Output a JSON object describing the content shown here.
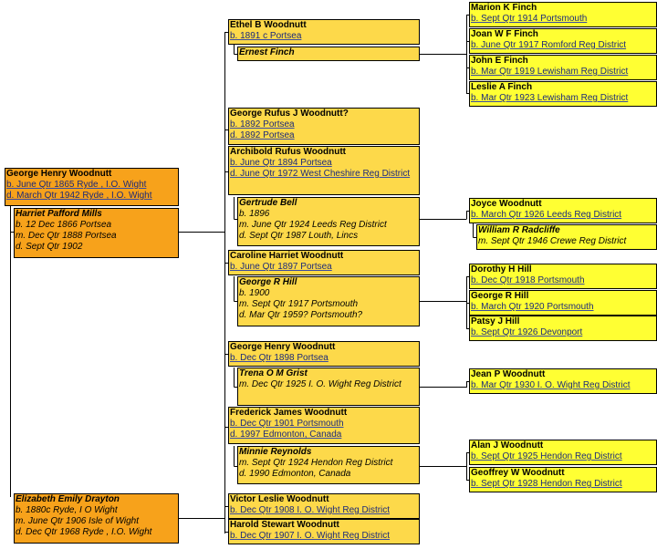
{
  "root": {
    "name": "George Henry Woodnutt",
    "details": [
      "b. June Qtr 1865 Ryde , I.O. Wight",
      "d. March Qtr 1942 Ryde , I.O. Wight"
    ]
  },
  "root_spouse_1": {
    "name": "Harriet Pafford Mills",
    "details": [
      "b. 12 Dec 1866 Portsea",
      "m. Dec  Qtr 1888 Portsea",
      "d. Sept Qtr 1902"
    ]
  },
  "root_spouse_2": {
    "name": "Elizabeth Emily Drayton",
    "details": [
      "b. 1880c Ryde, I O Wight",
      "m. June Qtr 1906 Isle of Wight",
      "d. Dec Qtr 1968 Ryde , I.O. Wight"
    ]
  },
  "children": [
    {
      "name": "Ethel B Woodnutt",
      "details": [
        "b. 1891 c Portsea"
      ]
    },
    {
      "name": "George Rufus J Woodnutt?",
      "details": [
        "b. 1892 Portsea",
        "d. 1892 Portsea"
      ]
    },
    {
      "name": "Archibold Rufus Woodnutt",
      "details": [
        "b. June Qtr 1894 Portsea",
        "d. June Qtr 1972 West Cheshire Reg District"
      ]
    },
    {
      "name": "Caroline Harriet Woodnutt",
      "details": [
        "b. June Qtr 1897 Portsea"
      ]
    },
    {
      "name": "George Henry Woodnutt",
      "details": [
        "b. Dec Qtr 1898 Portsea"
      ]
    },
    {
      "name": "Frederick James Woodnutt",
      "details": [
        "b. Dec Qtr 1901 Portsmouth",
        "d. 1997 Edmonton, Canada"
      ]
    },
    {
      "name": "Victor Leslie Woodnutt",
      "details": [
        "b. Dec Qtr 1908 I. O. Wight Reg District"
      ]
    },
    {
      "name": "Harold Stewart Woodnutt",
      "details": [
        "b. Dec Qtr 1907 I. O. Wight Reg District"
      ]
    }
  ],
  "child_spouses": [
    {
      "name": "Ernest Finch",
      "details": []
    },
    {
      "name": "Gertrude Bell",
      "details": [
        "b. 1896",
        "m. June Qtr 1924 Leeds Reg District",
        "d. Sept Qtr 1987 Louth, Lincs"
      ]
    },
    {
      "name": "George R Hill",
      "details": [
        "b. 1900",
        "m. Sept Qtr 1917 Portsmouth",
        "d. Mar Qtr 1959? Portsmouth?"
      ]
    },
    {
      "name": "Trena O M Grist",
      "details": [
        "m. Dec Qtr 1925 I. O. Wight Reg District"
      ]
    },
    {
      "name": "Minnie Reynolds",
      "details": [
        "m. Sept Qtr 1924 Hendon Reg District",
        "d. 1990 Edmonton, Canada"
      ]
    }
  ],
  "grandchildren": [
    {
      "name": "Marion K Finch",
      "details": [
        "b. Sept Qtr 1914 Portsmouth"
      ]
    },
    {
      "name": "Joan W F Finch",
      "details": [
        "b. June Qtr 1917 Romford Reg District"
      ]
    },
    {
      "name": "John E Finch",
      "details": [
        "b. Mar Qtr 1919 Lewisham Reg District"
      ]
    },
    {
      "name": "Leslie A Finch",
      "details": [
        "b. Mar Qtr 1923 Lewisham Reg District"
      ]
    },
    {
      "name": "Joyce Woodnutt",
      "details": [
        "b. March Qtr 1926 Leeds Reg District"
      ]
    },
    {
      "name": "Dorothy H Hill",
      "details": [
        "b. Dec Qtr 1918 Portsmouth"
      ]
    },
    {
      "name": "George R Hill",
      "details": [
        "b. March Qtr 1920 Portsmouth"
      ]
    },
    {
      "name": "Patsy J Hill",
      "details": [
        "b. Sept Qtr 1926 Devonport"
      ]
    },
    {
      "name": "Jean P Woodnutt",
      "details": [
        "b. Mar Qtr 1930 I. O. Wight Reg District"
      ]
    },
    {
      "name": "Alan J Woodnutt",
      "details": [
        "b. Sept Qtr 1925 Hendon Reg District"
      ]
    },
    {
      "name": "Geoffrey W Woodnutt",
      "details": [
        "b. Sept Qtr 1928 Hendon Reg District"
      ]
    }
  ],
  "grandchild_spouses": [
    {
      "name": "William R Radcliffe",
      "details": [
        "m. Sept Qtr 1946 Crewe Reg District"
      ]
    }
  ],
  "colors": {
    "root": "#f7a21b",
    "child": "#fdd94a",
    "grandchild": "#ffff33",
    "line": "#000000"
  }
}
